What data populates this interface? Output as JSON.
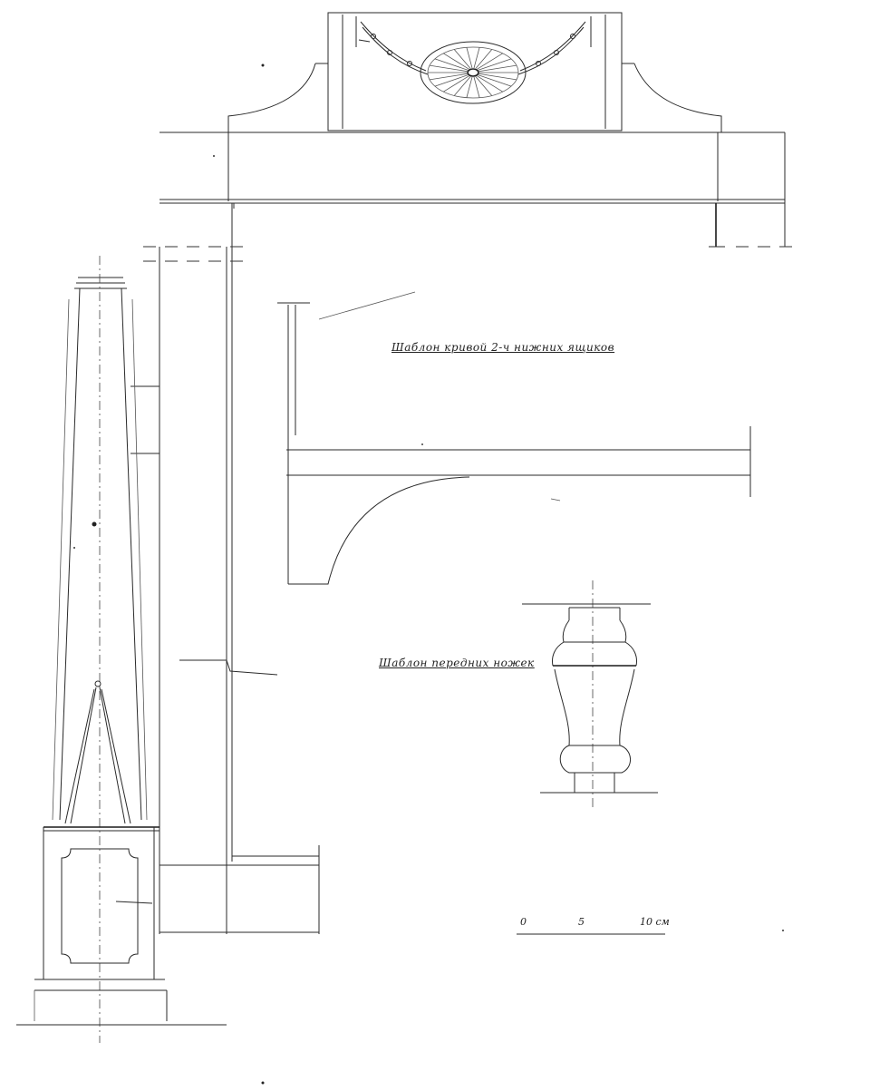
{
  "labels": {
    "curve_template": "Шаблон кривой 2-ч нижних ящиков",
    "front_legs_template": "Шаблон передних ножек"
  },
  "scale_bar": {
    "marks": [
      "0",
      "5",
      "10 см"
    ]
  },
  "colors": {
    "ink": "#2a2a2a",
    "paper": "#ffffff"
  }
}
